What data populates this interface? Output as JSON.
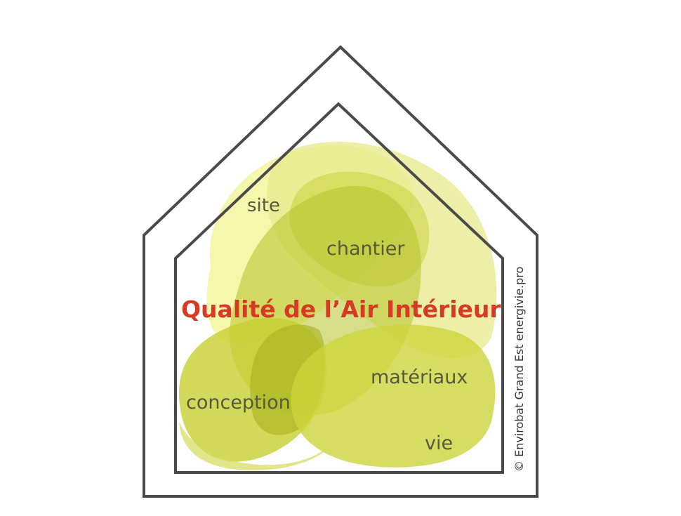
{
  "title": "Qualité de l’Air Intérieur",
  "labels": {
    "site": "site",
    "chantier": "chantier",
    "materiaux": "matériaux",
    "conception": "conception",
    "vie": "vie"
  },
  "copyright": "© Envirobat Grand Est energivie.pro",
  "colors": {
    "title": "#d63a23",
    "label": "#555a3a",
    "house_outline": "#4a4a4a",
    "blob_light": "#eef0a0",
    "blob_mid": "#d8df6a",
    "blob_dark": "#b9c52a"
  }
}
